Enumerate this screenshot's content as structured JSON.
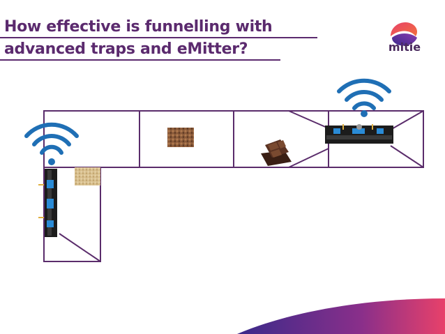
{
  "slide": {
    "title_line1": "How effective is funnelling with",
    "title_line2": "advanced traps and eMitter?"
  },
  "logo": {
    "text": "mitie"
  },
  "icons": {
    "wifi": "wifi-signal-icon",
    "trap": "advanced-trap-icon",
    "food_oats": "oats-bait-icon",
    "food_seeds": "seeds-bait-icon",
    "food_chocolate": "chocolate-bait-icon"
  },
  "colors": {
    "title": "#5b2a6e",
    "duct_outline": "#5a2c6b",
    "wifi": "#1f6fb5",
    "wave_start": "#3a2a8a",
    "wave_end": "#e8416a",
    "trap_body": "#1c1c1c",
    "trap_accent": "#2a8bd6"
  }
}
